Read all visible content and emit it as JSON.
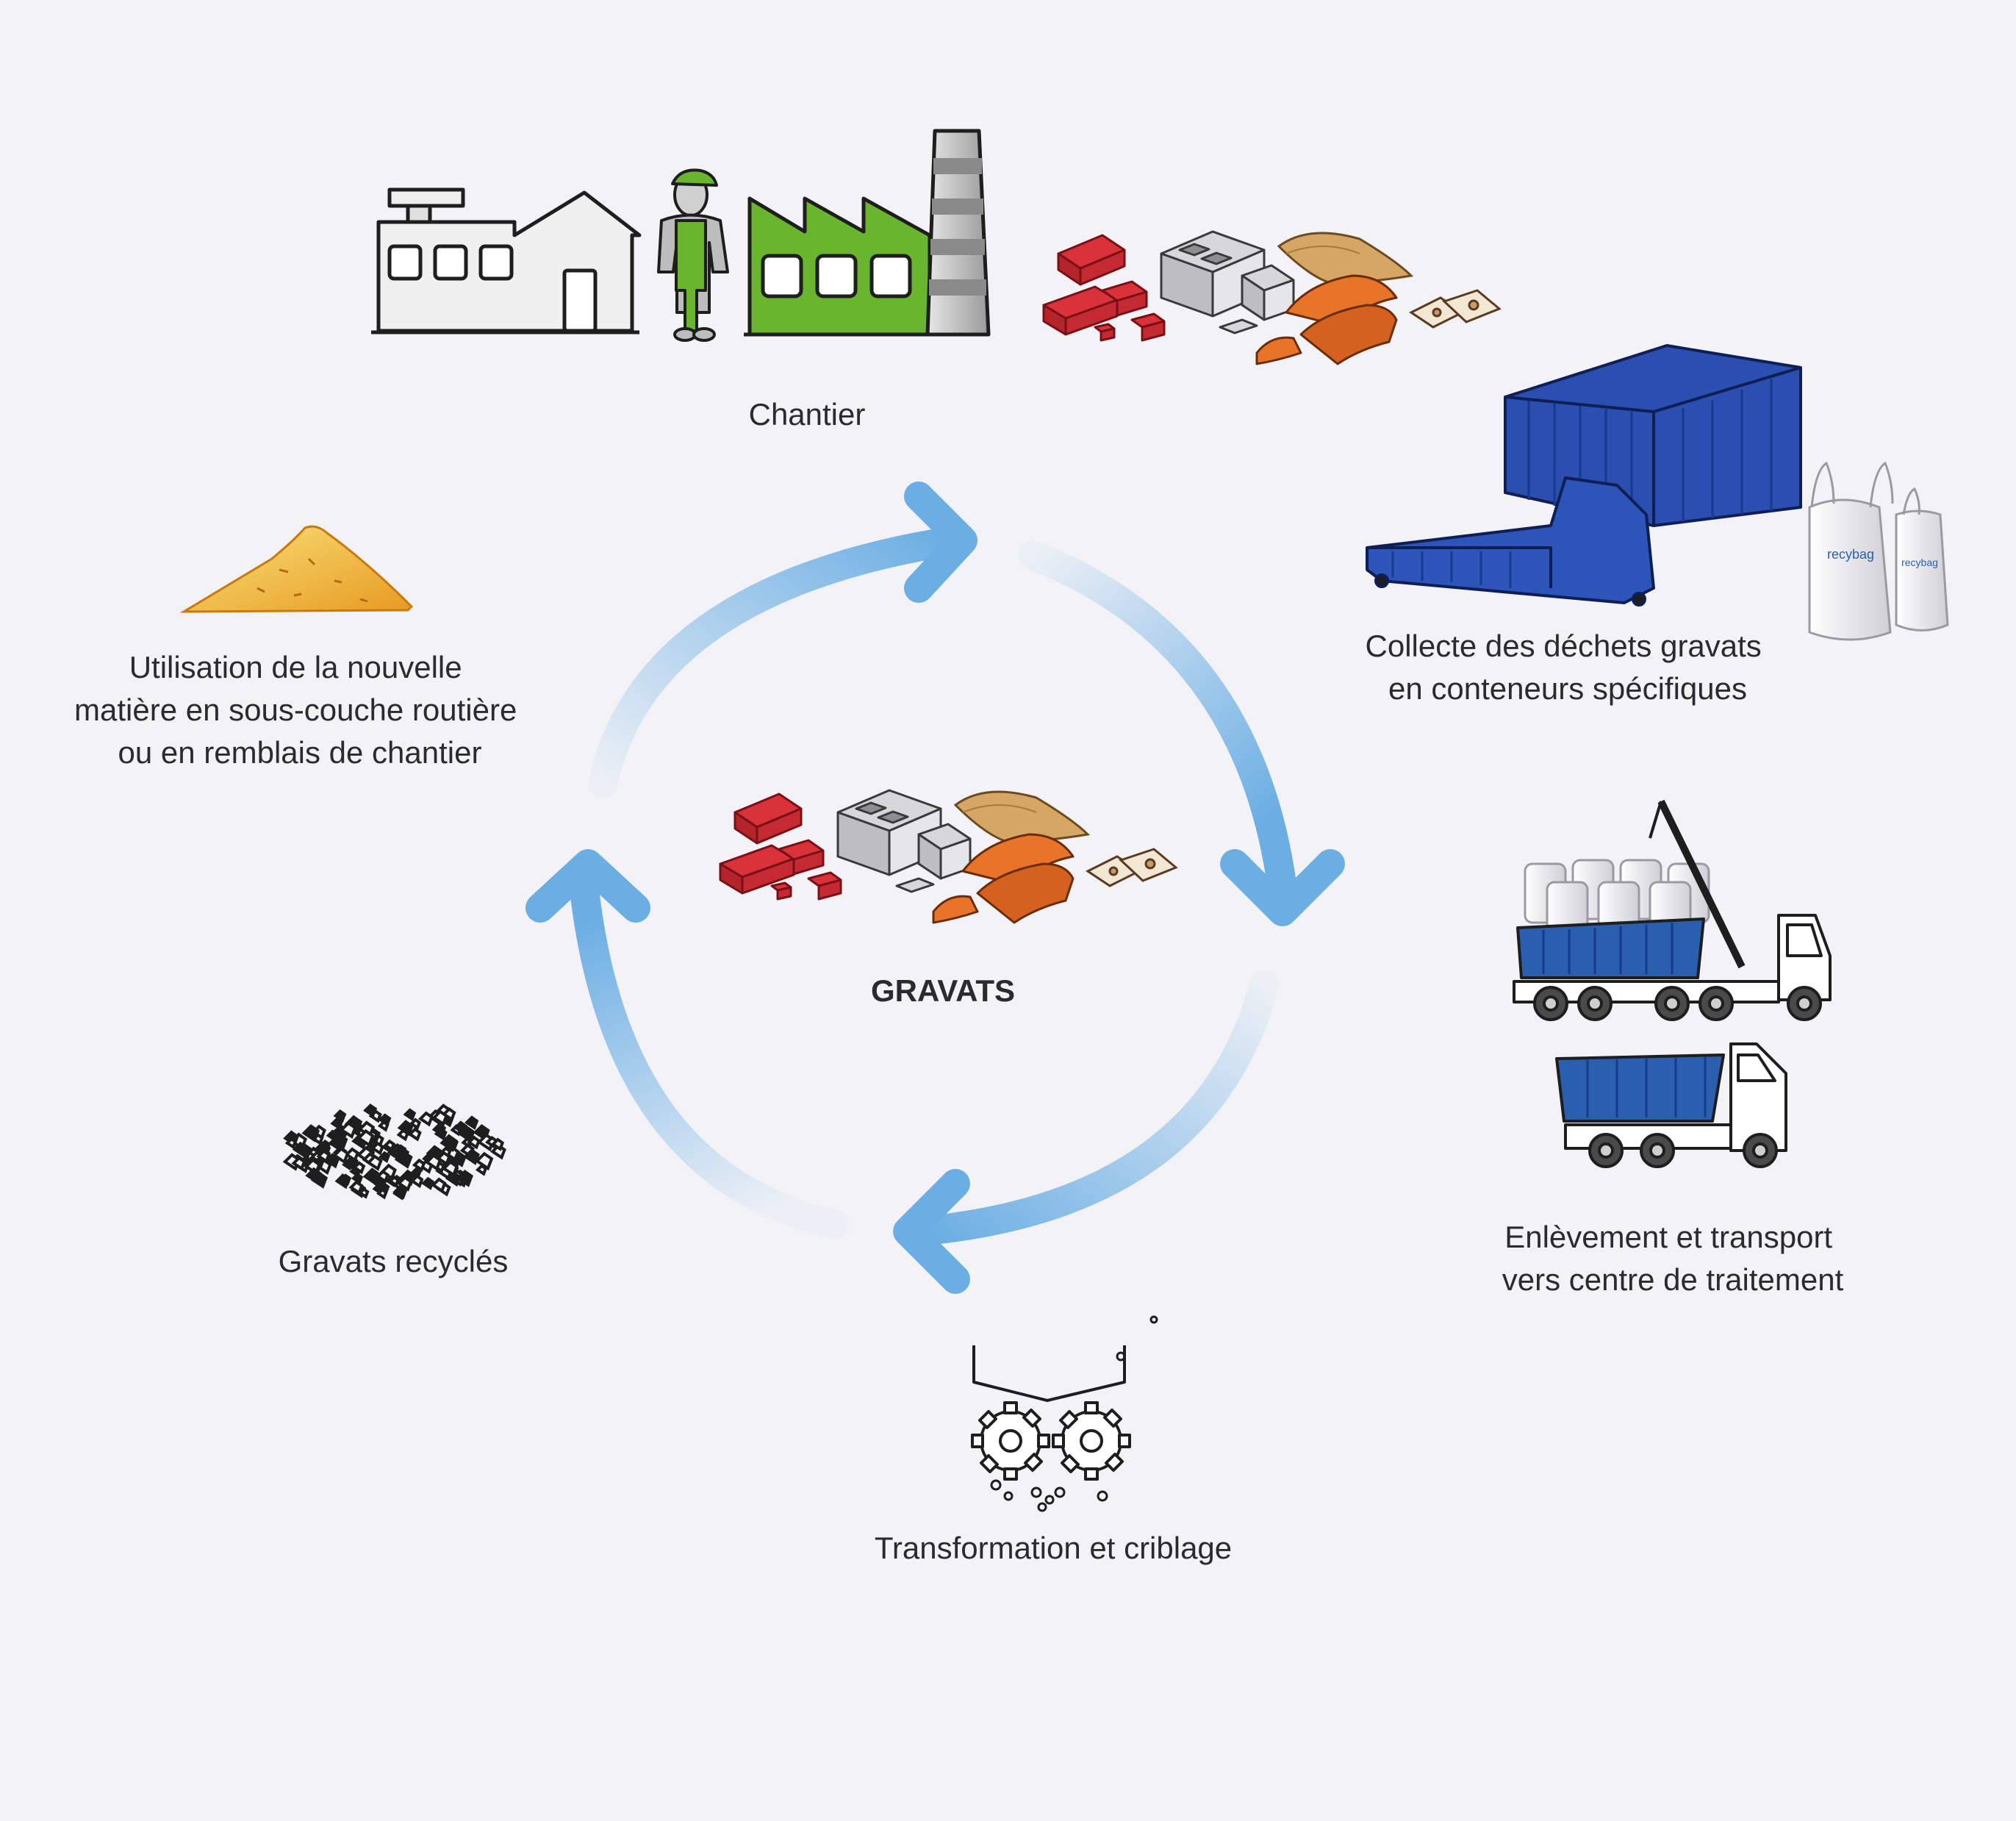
{
  "center": {
    "title": "GRAVATS"
  },
  "steps": {
    "chantier": {
      "lines": [
        "Chantier"
      ]
    },
    "collecte": {
      "lines": [
        "Collecte des déchets gravats",
        "en conteneurs spécifiques"
      ]
    },
    "enlevement": {
      "lines": [
        "Enlèvement et transport",
        "vers centre de traitement"
      ]
    },
    "transformation": {
      "lines": [
        "Transformation et criblage"
      ]
    },
    "recycles": {
      "lines": [
        "Gravats recyclés"
      ]
    },
    "utilisation": {
      "lines": [
        "Utilisation de la nouvelle",
        "matière en sous-couche routière",
        "ou en remblais de chantier"
      ]
    }
  },
  "bag_brand": "recybag",
  "colors": {
    "background": "#f3f3f7",
    "arrow_blue": "#6aaee3",
    "container_blue": "#2a4fb0",
    "factory_green": "#6ab52e",
    "brick_red": "#d9323a",
    "tile_orange": "#e8742a",
    "sand_yellow": "#e8b23a"
  },
  "icons": [
    "house-icon",
    "worker-icon",
    "factory-icon",
    "rubble-icon",
    "container-icon",
    "big-bag-icon",
    "crane-truck-icon",
    "dump-truck-icon",
    "crusher-icon",
    "gravel-icon",
    "sand-pile-icon"
  ]
}
